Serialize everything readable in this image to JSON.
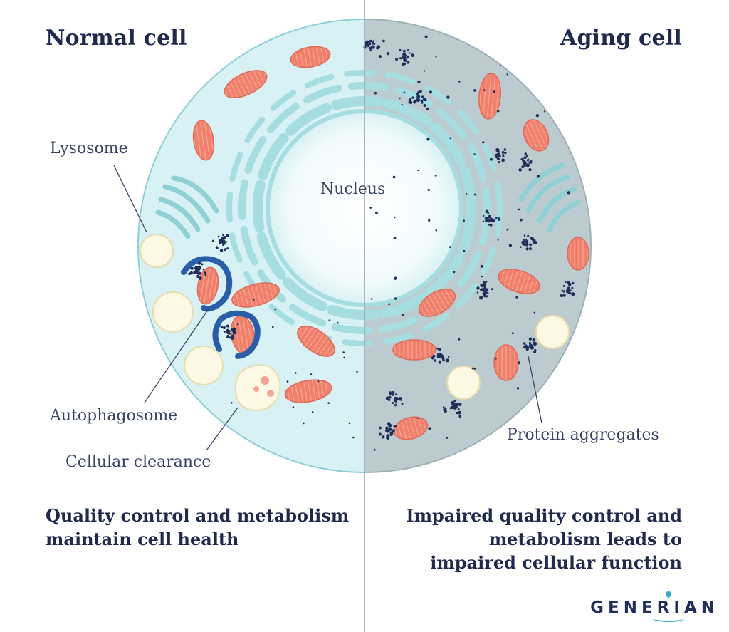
{
  "titles": {
    "left": "Normal cell",
    "right": "Aging cell"
  },
  "labels": {
    "nucleus": "Nucleus",
    "lysosome": "Lysosome",
    "autophagosome": "Autophagosome",
    "cellular_clearance": "Cellular clearance",
    "protein_aggregates": "Protein aggregates"
  },
  "captions": {
    "left_line1": "Quality control and metabolism",
    "left_line2": "maintain cell health",
    "right_line1": "Impaired quality control and",
    "right_line2": "metabolism leads to",
    "right_line3": "impaired cellular function"
  },
  "logo": {
    "text": "GENERIAN"
  },
  "colors": {
    "cytoplasm_normal": "#d7f1f4",
    "cytoplasm_aging": "#bccbcf",
    "nucleus": "#f2fbfc",
    "er": "#a6dde0",
    "mitochondria": "#f07f6b",
    "lysosome": "#fdf8e4",
    "autophagosome": "#2a5ea8",
    "aggregate": "#1f2f5a",
    "text": "#1f2a4d",
    "logo_accent": "#3aa6d8"
  }
}
